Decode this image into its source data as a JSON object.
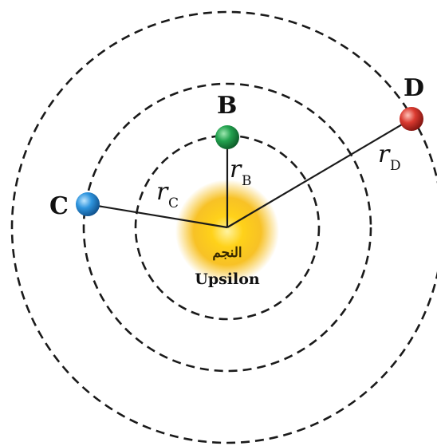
{
  "star": {
    "label": "النجم",
    "name": "Upsilon",
    "color": "#f5b800"
  },
  "planets": {
    "B": {
      "letter": "B",
      "radius_symbol": "r",
      "radius_subscript": "B",
      "color": "#1f9a4a"
    },
    "C": {
      "letter": "C",
      "radius_symbol": "r",
      "radius_subscript": "C",
      "color": "#2a8fd8"
    },
    "D": {
      "letter": "D",
      "radius_symbol": "r",
      "radius_subscript": "D",
      "color": "#d8322e"
    }
  },
  "orbit_style": "dashed",
  "orbit_count": 3
}
